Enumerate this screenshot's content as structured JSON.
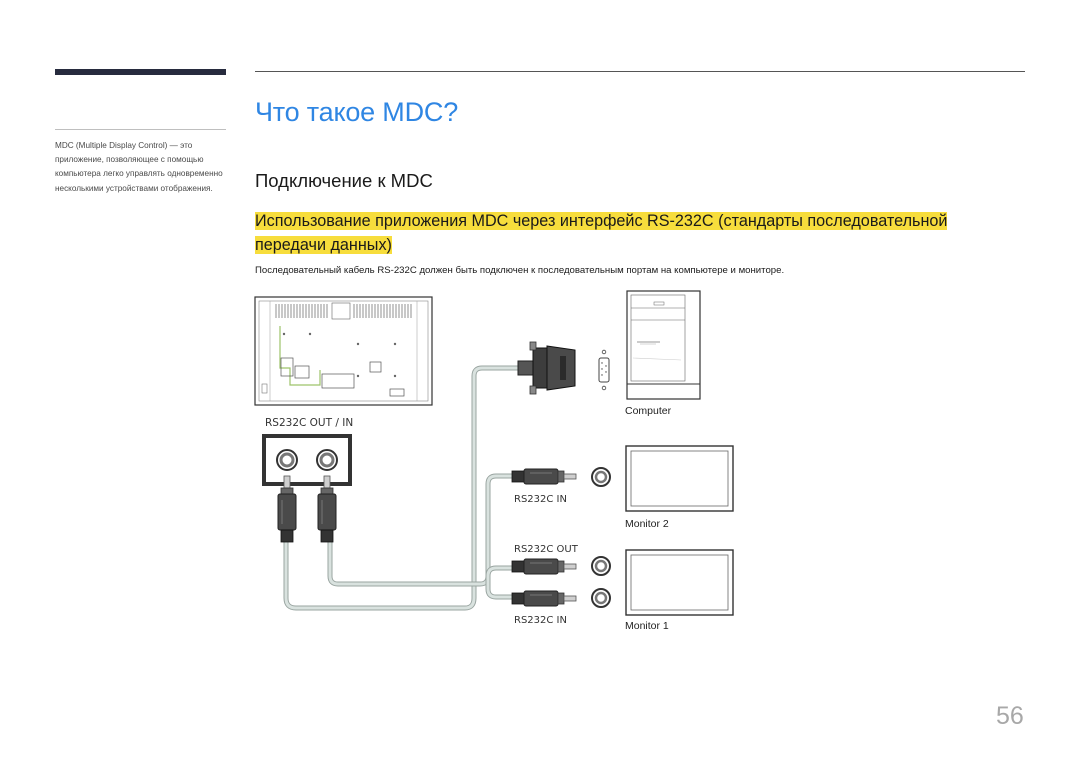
{
  "sidebar": {
    "note": "MDC (Multiple Display Control) — это приложение, позволяющее с помощью компьютера легко управлять одновременно несколькими устройствами отображения."
  },
  "page": {
    "title": "Что такое MDC?",
    "subtitle": "Подключение к MDC",
    "highlight": "Использование приложения MDC через интерфейс RS-232C (стандарты последовательной передачи данных)",
    "body": "Последовательный кабель RS-232C должен быть подключен к последовательным портам на компьютере и мониторе.",
    "page_number": "56"
  },
  "diagram": {
    "port_label": "RS232C OUT / IN",
    "computer_label": "Computer",
    "monitor2_label": "Monitor 2",
    "monitor1_label": "Monitor 1",
    "rs232c_in_label": "RS232C IN",
    "rs232c_out_label": "RS232C OUT"
  },
  "colors": {
    "title": "#2f86e3",
    "highlight": "#f7dd3c",
    "header_bar": "#272b3e",
    "cable": "#c5d0cc"
  }
}
